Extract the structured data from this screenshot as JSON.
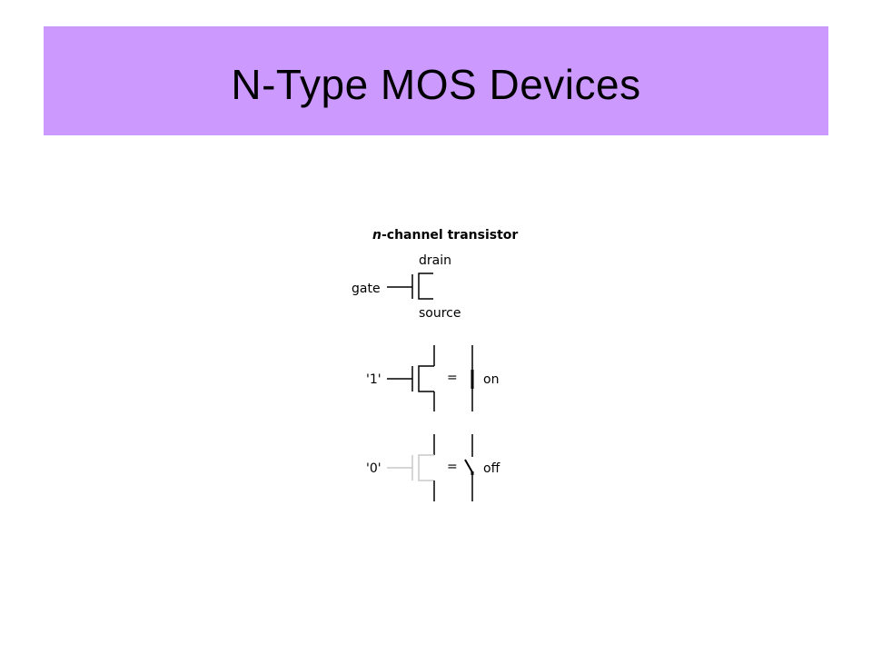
{
  "slide": {
    "title": "N-Type MOS Devices"
  },
  "diagram": {
    "caption_italic": "n",
    "caption_rest": "-channel transistor",
    "labels": {
      "drain": "drain",
      "gate": "gate",
      "source": "source"
    },
    "on_case": {
      "input": "'1'",
      "equals": "=",
      "state": "on"
    },
    "off_case": {
      "input": "'0'",
      "equals": "=",
      "state": "off"
    },
    "colors": {
      "title_bar": "#cc99ff",
      "line": "#000000",
      "inactive_line": "#c8c8c8"
    }
  }
}
